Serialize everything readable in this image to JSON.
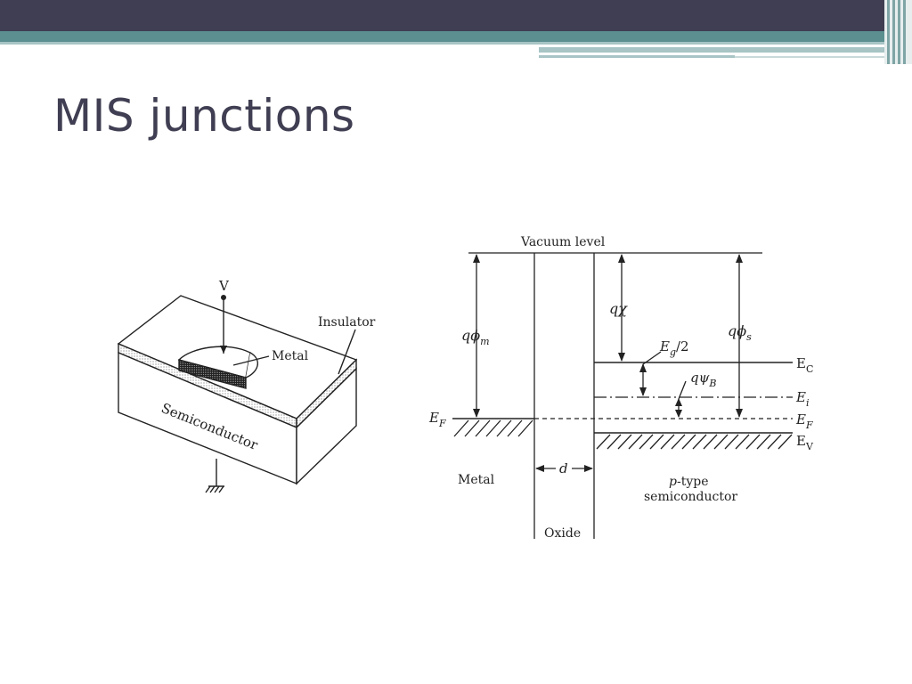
{
  "slide": {
    "title": "MIS junctions"
  },
  "device": {
    "voltage_label": "V",
    "insulator_label": "Insulator",
    "metal_label": "Metal",
    "semiconductor_label": "Semiconductor"
  },
  "band_diagram": {
    "vacuum_level": "Vacuum level",
    "q_phi_m": "qϕ",
    "q_phi_m_sub": "m",
    "q_chi": "qχ",
    "q_phi_s": "qϕ",
    "q_phi_s_sub": "s",
    "eg_half": "E",
    "eg_half_sub": "g",
    "eg_half_tail": "/2",
    "q_psi_b": "qψ",
    "q_psi_b_sub": "B",
    "ec": "E",
    "ec_sub": "C",
    "ei": "E",
    "ei_sub": "i",
    "ef_right": "E",
    "ef_right_sub": "F",
    "ev": "E",
    "ev_sub": "V",
    "ef_left": "E",
    "ef_left_sub": "F",
    "d_label": "d",
    "metal_label": "Metal",
    "oxide_label": "Oxide",
    "semi_label_line1_italic": "p",
    "semi_label_line1_rest": "-type",
    "semi_label_line2": "semiconductor"
  },
  "colors": {
    "top_bar": "#3f3e52",
    "accent_teal": "#5b8f90",
    "light_teal": "#a8c4c5",
    "title": "#3f3e52"
  }
}
